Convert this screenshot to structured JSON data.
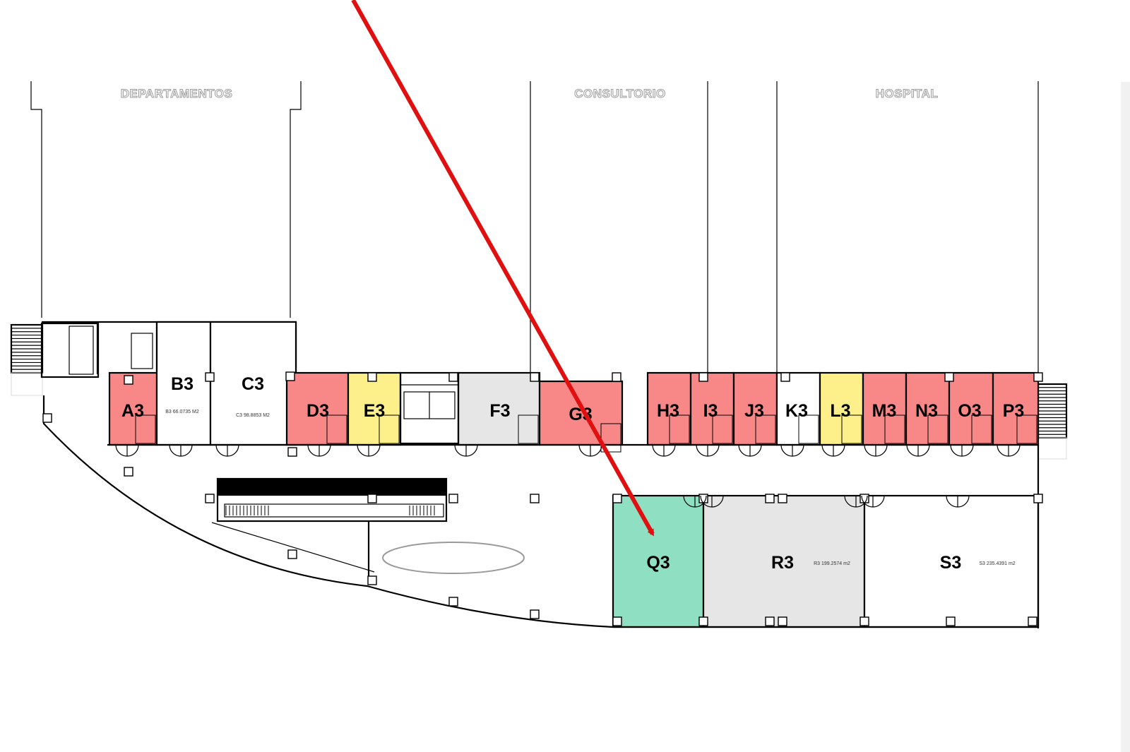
{
  "zones": [
    "DEPARTAMENTOS",
    "CONSULTORIO",
    "HOSPITAL"
  ],
  "colors": {
    "occupied": "#f88888",
    "reserved": "#fdf08a",
    "available": "#8fe0c2",
    "unavailable": "#e6e6e6",
    "empty": "#ffffff",
    "arrow": "#e01010"
  },
  "units": [
    {
      "label": "A3",
      "status": "occupied"
    },
    {
      "label": "B3",
      "status": "empty",
      "area": "B3 66.0735 M2"
    },
    {
      "label": "C3",
      "status": "empty",
      "area": "C3 98.8853 M2"
    },
    {
      "label": "D3",
      "status": "occupied"
    },
    {
      "label": "E3",
      "status": "reserved"
    },
    {
      "label": "F3",
      "status": "unavailable"
    },
    {
      "label": "G3",
      "status": "occupied"
    },
    {
      "label": "H3",
      "status": "occupied"
    },
    {
      "label": "I3",
      "status": "occupied"
    },
    {
      "label": "J3",
      "status": "occupied"
    },
    {
      "label": "K3",
      "status": "empty"
    },
    {
      "label": "L3",
      "status": "reserved"
    },
    {
      "label": "M3",
      "status": "occupied"
    },
    {
      "label": "N3",
      "status": "occupied"
    },
    {
      "label": "O3",
      "status": "occupied"
    },
    {
      "label": "P3",
      "status": "occupied"
    },
    {
      "label": "Q3",
      "status": "available"
    },
    {
      "label": "R3",
      "status": "unavailable",
      "area": "R3 199.2574 m2"
    },
    {
      "label": "S3",
      "status": "empty",
      "area": "S3 235.4391 m2"
    }
  ],
  "highlighted_unit": "Q3"
}
